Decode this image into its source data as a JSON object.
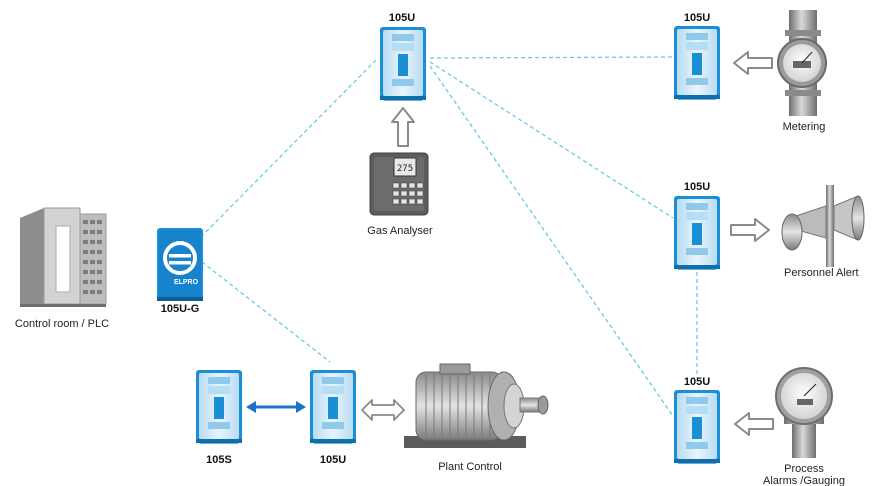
{
  "nodes": {
    "top_center": "105U",
    "top_right": "105U",
    "mid_right": "105U",
    "bottom_right": "105U",
    "gateway": "105U-G",
    "bottom_left": "105S",
    "bottom_mid": "105U"
  },
  "devices": {
    "metering": "Metering",
    "gas_analyser": "Gas Analyser",
    "personnel_alert": "Personnel Alert",
    "process_line1": "Process",
    "process_line2": "Alarms /Gauging",
    "control_room": "Control room / PLC",
    "plant_control": "Plant Control",
    "analyser_display": "275",
    "gateway_brand": "ELPRO"
  },
  "colors": {
    "module_blue": "#1a8fd6",
    "module_light": "#d7ebf8",
    "link_cyan": "#5fc6e3",
    "arrow_grey": "#8a8a8a",
    "link_blue": "#1a73c8"
  }
}
